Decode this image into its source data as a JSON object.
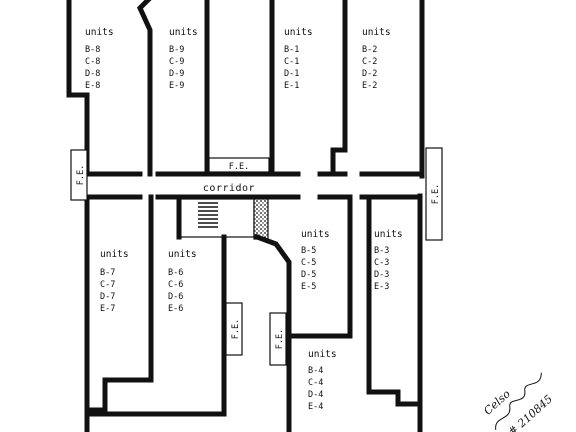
{
  "corridor_label": "corridor",
  "fe_label": "F.E.",
  "unit_groups": [
    {
      "id": "g8",
      "header": "units",
      "items": [
        "B-8",
        "C-8",
        "D-8",
        "E-8"
      ]
    },
    {
      "id": "g9",
      "header": "units",
      "items": [
        "B-9",
        "C-9",
        "D-9",
        "E-9"
      ]
    },
    {
      "id": "g1",
      "header": "units",
      "items": [
        "B-1",
        "C-1",
        "D-1",
        "E-1"
      ]
    },
    {
      "id": "g2",
      "header": "units",
      "items": [
        "B-2",
        "C-2",
        "D-2",
        "E-2"
      ]
    },
    {
      "id": "g7",
      "header": "units",
      "items": [
        "B-7",
        "C-7",
        "D-7",
        "E-7"
      ]
    },
    {
      "id": "g6",
      "header": "units",
      "items": [
        "B-6",
        "C-6",
        "D-6",
        "E-6"
      ]
    },
    {
      "id": "g5",
      "header": "units",
      "items": [
        "B-5",
        "C-5",
        "D-5",
        "E-5"
      ]
    },
    {
      "id": "g3",
      "header": "units",
      "items": [
        "B-3",
        "C-3",
        "D-3",
        "E-3"
      ]
    },
    {
      "id": "g4",
      "header": "units",
      "items": [
        "B-4",
        "C-4",
        "D-4",
        "E-4"
      ]
    }
  ],
  "signature": {
    "line1": "Celso",
    "line2": "# 210845"
  }
}
